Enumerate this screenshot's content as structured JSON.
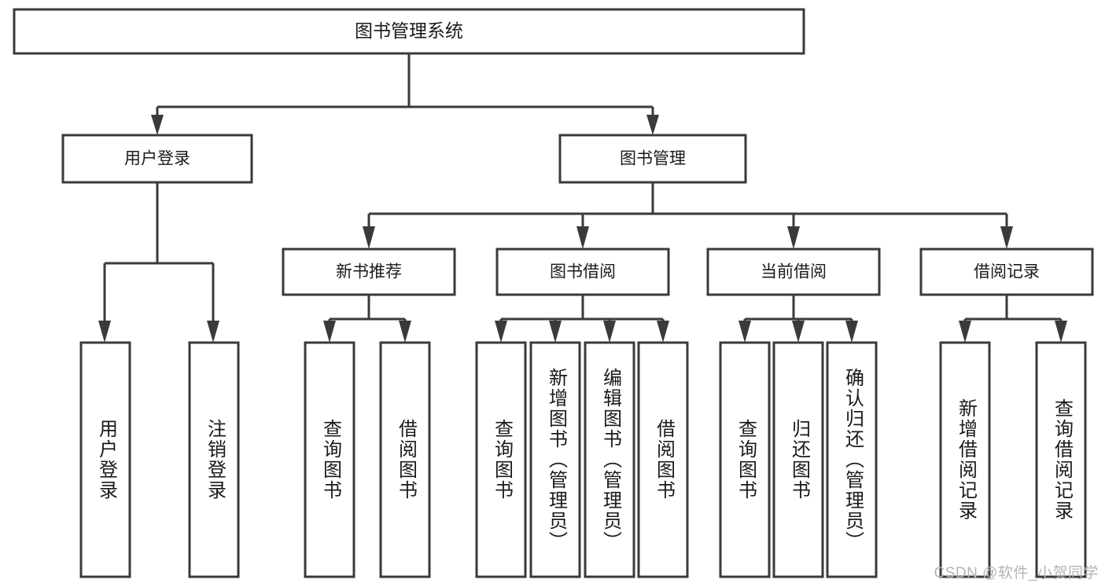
{
  "diagram": {
    "title": "图书管理系统",
    "watermark": "CSDN @软件_小贺同学",
    "type": "tree",
    "colors": {
      "stroke": "#3a3a3a",
      "fill": "#ffffff",
      "text": "#1a1a1a",
      "watermark": "#b4b4b4"
    },
    "root": {
      "label": "图书管理系统"
    },
    "level2": [
      {
        "label": "用户登录"
      },
      {
        "label": "图书管理"
      }
    ],
    "level3": [
      {
        "label": "新书推荐"
      },
      {
        "label": "图书借阅"
      },
      {
        "label": "当前借阅"
      },
      {
        "label": "借阅记录"
      }
    ],
    "leaves": {
      "user_login": [
        {
          "label": "用户登录"
        },
        {
          "label": "注销登录"
        }
      ],
      "new_book_recommend": [
        {
          "label": "查询图书"
        },
        {
          "label": "借阅图书"
        }
      ],
      "book_borrow": [
        {
          "label": "查询图书"
        },
        {
          "label": "新增图书（管理员）"
        },
        {
          "label": "编辑图书（管理员）"
        },
        {
          "label": "借阅图书"
        }
      ],
      "current_borrow": [
        {
          "label": "查询图书"
        },
        {
          "label": "归还图书"
        },
        {
          "label": "确认归还（管理员）"
        }
      ],
      "borrow_record": [
        {
          "label": "新增借阅记录"
        },
        {
          "label": "查询借阅记录"
        }
      ]
    }
  }
}
